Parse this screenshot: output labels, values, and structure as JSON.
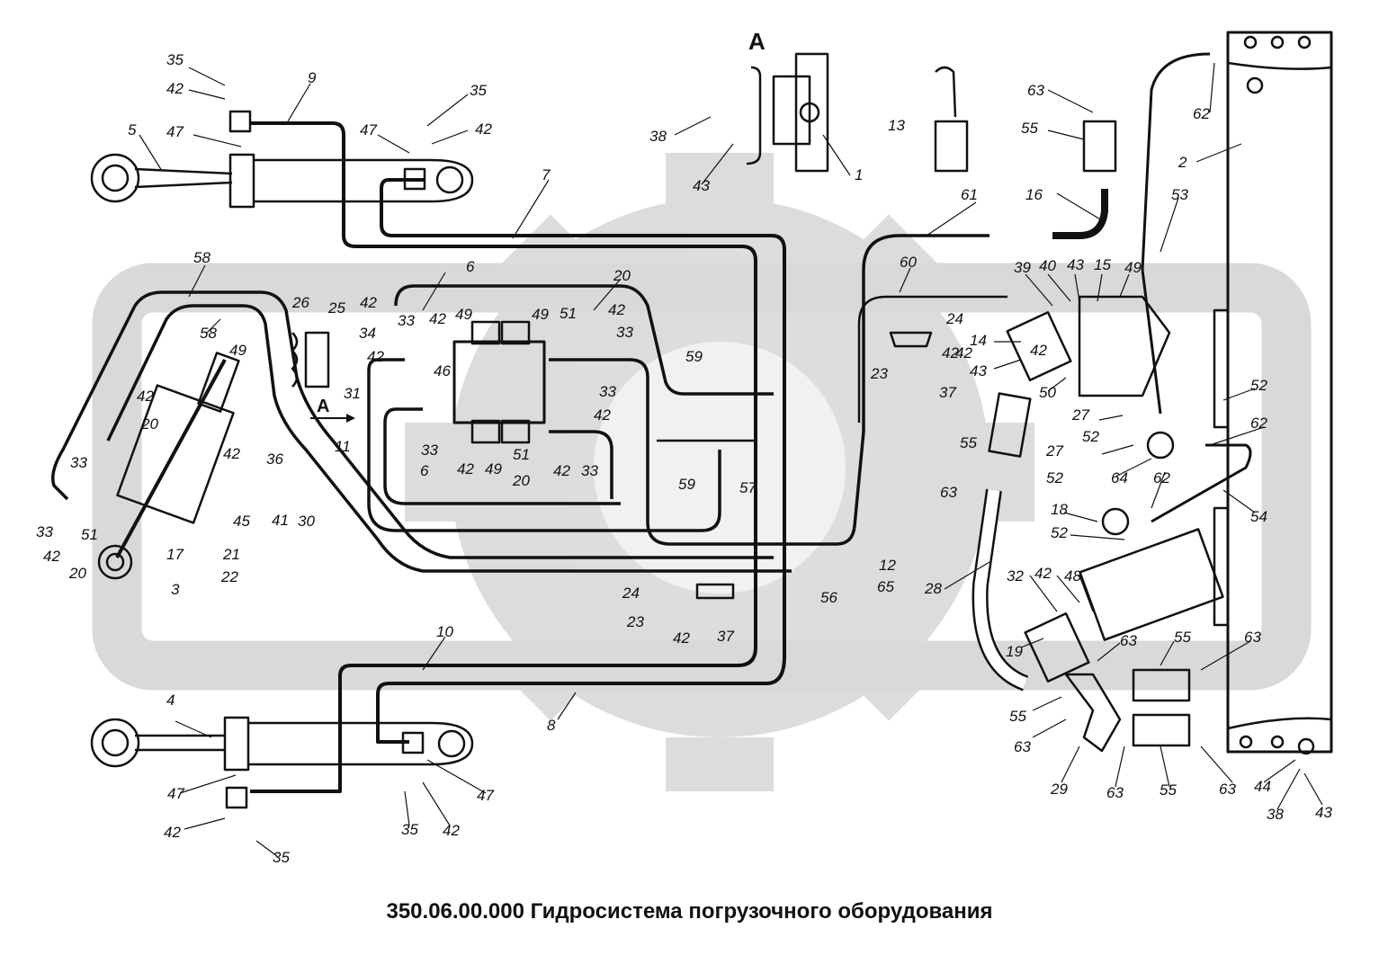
{
  "title": "350.06.00.000 Гидросистема погрузочного оборудования",
  "view_label": "A",
  "arrow_label": "A",
  "colors": {
    "line": "#111111",
    "watermark": "#d9d9d9"
  },
  "callouts": [
    {
      "id": "c1",
      "text": "35"
    },
    {
      "id": "c2",
      "text": "42"
    },
    {
      "id": "c3",
      "text": "9"
    },
    {
      "id": "c4",
      "text": "5"
    },
    {
      "id": "c5",
      "text": "47"
    },
    {
      "id": "c6",
      "text": "47"
    },
    {
      "id": "c7",
      "text": "35"
    },
    {
      "id": "c8",
      "text": "42"
    },
    {
      "id": "c9",
      "text": "7"
    },
    {
      "id": "c10",
      "text": "38"
    },
    {
      "id": "c11",
      "text": "43"
    },
    {
      "id": "c12",
      "text": "1"
    },
    {
      "id": "c13",
      "text": "13"
    },
    {
      "id": "c14",
      "text": "63"
    },
    {
      "id": "c15",
      "text": "55"
    },
    {
      "id": "c16",
      "text": "62"
    },
    {
      "id": "c17",
      "text": "2"
    },
    {
      "id": "c18",
      "text": "16"
    },
    {
      "id": "c19",
      "text": "53"
    },
    {
      "id": "c20",
      "text": "61"
    },
    {
      "id": "c21",
      "text": "58"
    },
    {
      "id": "c22",
      "text": "6"
    },
    {
      "id": "c23",
      "text": "20"
    },
    {
      "id": "c24",
      "text": "60"
    },
    {
      "id": "c25",
      "text": "39"
    },
    {
      "id": "c26",
      "text": "40"
    },
    {
      "id": "c27",
      "text": "43"
    },
    {
      "id": "c28",
      "text": "15"
    },
    {
      "id": "c29",
      "text": "49"
    },
    {
      "id": "c30",
      "text": "26"
    },
    {
      "id": "c31",
      "text": "25"
    },
    {
      "id": "c32",
      "text": "42"
    },
    {
      "id": "c33",
      "text": "58"
    },
    {
      "id": "c34",
      "text": "33"
    },
    {
      "id": "c35",
      "text": "42"
    },
    {
      "id": "c36",
      "text": "49"
    },
    {
      "id": "c37",
      "text": "49"
    },
    {
      "id": "c38",
      "text": "51"
    },
    {
      "id": "c39",
      "text": "42"
    },
    {
      "id": "c40",
      "text": "33"
    },
    {
      "id": "c41",
      "text": "34"
    },
    {
      "id": "c42",
      "text": "42"
    },
    {
      "id": "c43",
      "text": "24"
    },
    {
      "id": "c44",
      "text": "14"
    },
    {
      "id": "c45",
      "text": "42"
    },
    {
      "id": "c46",
      "text": "43"
    },
    {
      "id": "c47",
      "text": "49"
    },
    {
      "id": "c48",
      "text": "31"
    },
    {
      "id": "c49",
      "text": "46"
    },
    {
      "id": "c50",
      "text": "59"
    },
    {
      "id": "c51",
      "text": "33"
    },
    {
      "id": "c52",
      "text": "23"
    },
    {
      "id": "c53",
      "text": "37"
    },
    {
      "id": "c54",
      "text": "50"
    },
    {
      "id": "c55",
      "text": "52"
    },
    {
      "id": "c56",
      "text": "42"
    },
    {
      "id": "c57",
      "text": "20"
    },
    {
      "id": "c58",
      "text": "42"
    },
    {
      "id": "c59",
      "text": "27"
    },
    {
      "id": "c60",
      "text": "62"
    },
    {
      "id": "c61",
      "text": "33"
    },
    {
      "id": "c62",
      "text": "11"
    },
    {
      "id": "c63",
      "text": "42"
    },
    {
      "id": "c64",
      "text": "55"
    },
    {
      "id": "c65",
      "text": "52"
    },
    {
      "id": "c66",
      "text": "36"
    },
    {
      "id": "c67",
      "text": "33"
    },
    {
      "id": "c68",
      "text": "6"
    },
    {
      "id": "c69",
      "text": "42"
    },
    {
      "id": "c70",
      "text": "49"
    },
    {
      "id": "c71",
      "text": "51"
    },
    {
      "id": "c72",
      "text": "20"
    },
    {
      "id": "c73",
      "text": "42"
    },
    {
      "id": "c74",
      "text": "33"
    },
    {
      "id": "c75",
      "text": "59"
    },
    {
      "id": "c76",
      "text": "57"
    },
    {
      "id": "c77",
      "text": "63"
    },
    {
      "id": "c78",
      "text": "27"
    },
    {
      "id": "c79",
      "text": "64"
    },
    {
      "id": "c80",
      "text": "62"
    },
    {
      "id": "c81",
      "text": "33"
    },
    {
      "id": "c82",
      "text": "42"
    },
    {
      "id": "c83",
      "text": "20"
    },
    {
      "id": "c84",
      "text": "51"
    },
    {
      "id": "c85",
      "text": "17"
    },
    {
      "id": "c86",
      "text": "21"
    },
    {
      "id": "c87",
      "text": "22"
    },
    {
      "id": "c88",
      "text": "45"
    },
    {
      "id": "c89",
      "text": "41"
    },
    {
      "id": "c90",
      "text": "30"
    },
    {
      "id": "c91",
      "text": "3"
    },
    {
      "id": "c92",
      "text": "52"
    },
    {
      "id": "c93",
      "text": "18"
    },
    {
      "id": "c94",
      "text": "54"
    },
    {
      "id": "c95",
      "text": "52"
    },
    {
      "id": "c96",
      "text": "12"
    },
    {
      "id": "c97",
      "text": "65"
    },
    {
      "id": "c98",
      "text": "56"
    },
    {
      "id": "c99",
      "text": "28"
    },
    {
      "id": "c100",
      "text": "24"
    },
    {
      "id": "c101",
      "text": "23"
    },
    {
      "id": "c102",
      "text": "42"
    },
    {
      "id": "c103",
      "text": "37"
    },
    {
      "id": "c104",
      "text": "32"
    },
    {
      "id": "c105",
      "text": "42"
    },
    {
      "id": "c106",
      "text": "48"
    },
    {
      "id": "c107",
      "text": "19"
    },
    {
      "id": "c108",
      "text": "63"
    },
    {
      "id": "c109",
      "text": "55"
    },
    {
      "id": "c110",
      "text": "63"
    },
    {
      "id": "c111",
      "text": "10"
    },
    {
      "id": "c112",
      "text": "4"
    },
    {
      "id": "c113",
      "text": "8"
    },
    {
      "id": "c114",
      "text": "55"
    },
    {
      "id": "c115",
      "text": "63"
    },
    {
      "id": "c116",
      "text": "29"
    },
    {
      "id": "c117",
      "text": "63"
    },
    {
      "id": "c118",
      "text": "55"
    },
    {
      "id": "c119",
      "text": "63"
    },
    {
      "id": "c120",
      "text": "44"
    },
    {
      "id": "c121",
      "text": "38"
    },
    {
      "id": "c122",
      "text": "43"
    },
    {
      "id": "c123",
      "text": "47"
    },
    {
      "id": "c124",
      "text": "47"
    },
    {
      "id": "c125",
      "text": "42"
    },
    {
      "id": "c126",
      "text": "35"
    },
    {
      "id": "c127",
      "text": "42"
    },
    {
      "id": "c128",
      "text": "35"
    },
    {
      "id": "c129",
      "text": "42"
    },
    {
      "id": "c130",
      "text": "42"
    }
  ]
}
